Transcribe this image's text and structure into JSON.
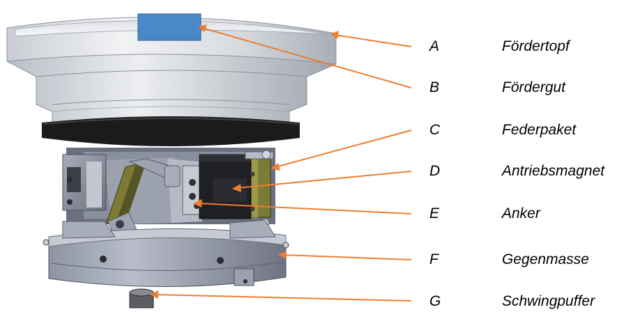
{
  "labels": [
    {
      "letter": "A",
      "term": "Fördertopf"
    },
    {
      "letter": "B",
      "term": "Fördergut"
    },
    {
      "letter": "C",
      "term": "Federpaket"
    },
    {
      "letter": "D",
      "term": "Antriebsmagnet"
    },
    {
      "letter": "E",
      "term": "Anker"
    },
    {
      "letter": "F",
      "term": "Gegenmasse"
    },
    {
      "letter": "G",
      "term": "Schwingpuffer"
    }
  ],
  "colors": {
    "arrow": "#ED7D31",
    "payload": "#4A88C8",
    "metal": "#B8BDC6",
    "rubber": "#1B1B1B",
    "spring": "#7C7A34"
  }
}
